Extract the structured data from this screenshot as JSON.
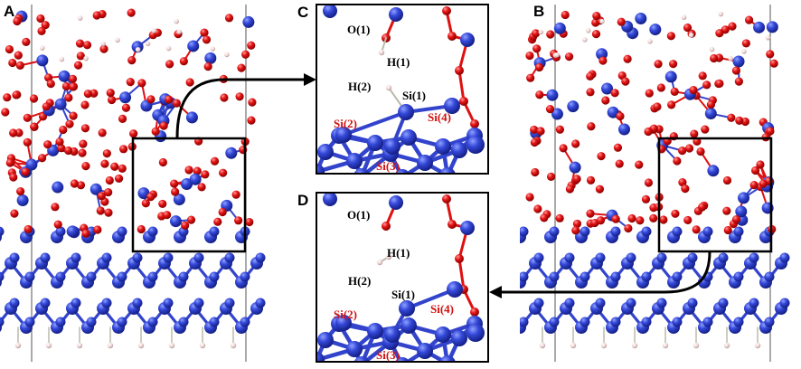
{
  "panels": {
    "a": {
      "label": "A"
    },
    "b": {
      "label": "B"
    },
    "c": {
      "label": "C",
      "atoms": {
        "o1": "O(1)",
        "h1": "H(1)",
        "h2": "H(2)",
        "si1": "Si(1)",
        "si2": "Si(2)",
        "si3": "Si(3)",
        "si4": "Si(4)"
      }
    },
    "d": {
      "label": "D",
      "atoms": {
        "o1": "O(1)",
        "h1": "H(1)",
        "h2": "H(2)",
        "si1": "Si(1)",
        "si2": "Si(2)",
        "si3": "Si(3)",
        "si4": "Si(4)"
      }
    }
  },
  "colors": {
    "silicon": "#2a3fd0",
    "oxygen": "#e01010",
    "hydrogen": "#e9c8c8",
    "bond": "#3344cc",
    "si_label_red": "#d01010",
    "label_black": "#000000"
  }
}
